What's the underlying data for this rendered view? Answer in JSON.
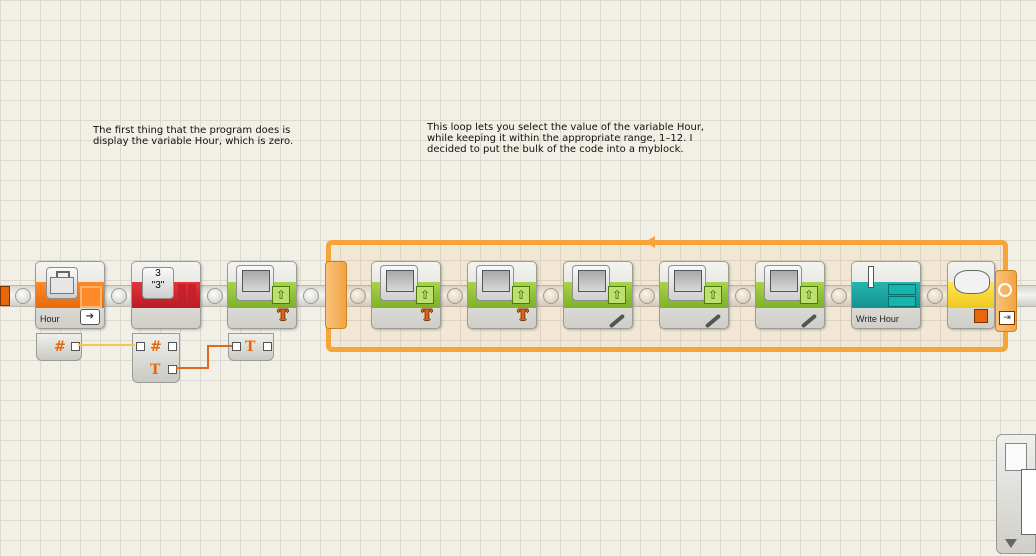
{
  "comments": {
    "left": "The first thing that the program does is\ndisplay the variable Hour, which is zero.",
    "right": "This loop lets you select the value of the variable Hour,\nwhile keeping it within the appropriate range, 1–12.  I\ndecided to put the bulk of the code into a myblock."
  },
  "blocks": {
    "variable_label": "Hour",
    "myblock_label": "Write Hour"
  },
  "colors": {
    "variable": "#f07a18",
    "number_to_text": "#d8262e",
    "display": "#94c33a",
    "myblock": "#1ea39f",
    "switch": "#f6d735",
    "loop": "#f7a53a",
    "wire_number": "#f2c94c",
    "wire_text": "#e06820"
  },
  "glyphs": {
    "number_plug": "#",
    "text_plug": "T",
    "number_to_text_top": "3",
    "number_to_text_bottom": "\"3\""
  }
}
